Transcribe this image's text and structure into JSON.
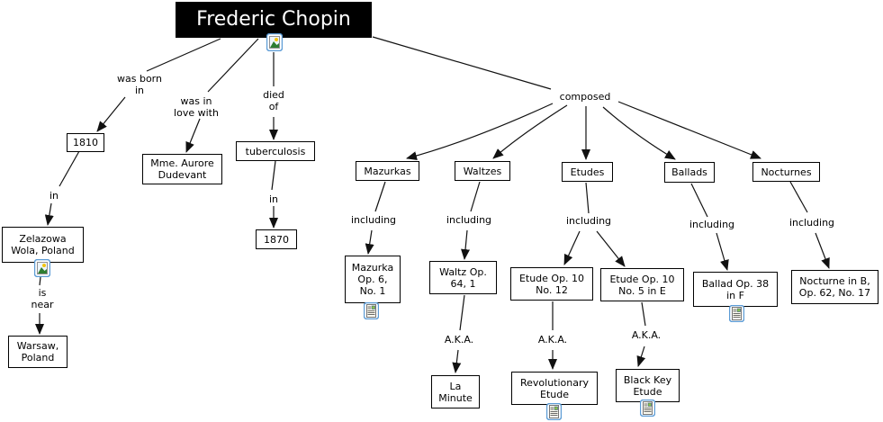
{
  "diagram": {
    "type": "concept-map",
    "topic": "Frederic Chopin"
  },
  "nodes": {
    "chopin": {
      "label": "Frederic Chopin"
    },
    "year1810": {
      "label": "1810"
    },
    "dudevant": {
      "label": "Mme. Aurore\nDudevant"
    },
    "tuberculosis": {
      "label": "tuberculosis"
    },
    "year1870": {
      "label": "1870"
    },
    "zelazowa": {
      "label": "Zelazowa\nWola, Poland"
    },
    "warsaw": {
      "label": "Warsaw,\nPoland"
    },
    "mazurkas": {
      "label": "Mazurkas"
    },
    "waltzes": {
      "label": "Waltzes"
    },
    "etudes": {
      "label": "Etudes"
    },
    "ballads": {
      "label": "Ballads"
    },
    "nocturnes": {
      "label": "Nocturnes"
    },
    "mazurka_op6_no1": {
      "label": "Mazurka\nOp. 6,\nNo. 1"
    },
    "waltz_op64_1": {
      "label": "Waltz Op.\n64, 1"
    },
    "etude_op10_no12": {
      "label": "Etude Op. 10\nNo. 12"
    },
    "etude_op10_no5": {
      "label": "Etude Op. 10\nNo. 5 in E"
    },
    "ballad_op38": {
      "label": "Ballad Op. 38\nin F"
    },
    "nocturne_op62": {
      "label": "Nocturne in B,\nOp. 62, No. 17"
    },
    "la_minute": {
      "label": "La\nMinute"
    },
    "revolutionary_etude": {
      "label": "Revolutionary\nEtude"
    },
    "black_key_etude": {
      "label": "Black Key\nEtude"
    }
  },
  "links": {
    "was_born_in": {
      "label": "was born\nin"
    },
    "was_in_love_with": {
      "label": "was in\nlove with"
    },
    "died_of": {
      "label": "died\nof"
    },
    "composed": {
      "label": "composed"
    },
    "in_place": {
      "label": "in"
    },
    "in_year": {
      "label": "in"
    },
    "is_near": {
      "label": "is\nnear"
    },
    "including_mazurkas": {
      "label": "including"
    },
    "including_waltzes": {
      "label": "including"
    },
    "including_etudes": {
      "label": "including"
    },
    "including_ballads": {
      "label": "including"
    },
    "including_nocturnes": {
      "label": "including"
    },
    "aka_waltz": {
      "label": "A.K.A."
    },
    "aka_etude12": {
      "label": "A.K.A."
    },
    "aka_etude5": {
      "label": "A.K.A."
    }
  },
  "icons": {
    "image_resource": "picture-icon",
    "document_resource": "document-icon"
  },
  "colors": {
    "background": "#ffffff",
    "title_bg": "#000000",
    "title_text": "#ffffff",
    "node_border": "#000000",
    "line": "#111111",
    "icon_border": "#5b9bd5"
  },
  "relations": [
    {
      "from": "Frederic Chopin",
      "link": "was born in",
      "to": "1810"
    },
    {
      "from": "1810",
      "link": "in",
      "to": "Zelazowa Wola, Poland"
    },
    {
      "from": "Zelazowa Wola, Poland",
      "link": "is near",
      "to": "Warsaw, Poland"
    },
    {
      "from": "Frederic Chopin",
      "link": "was in love with",
      "to": "Mme. Aurore Dudevant"
    },
    {
      "from": "Frederic Chopin",
      "link": "died of",
      "to": "tuberculosis"
    },
    {
      "from": "tuberculosis",
      "link": "in",
      "to": "1870"
    },
    {
      "from": "Frederic Chopin",
      "link": "composed",
      "to": "Mazurkas"
    },
    {
      "from": "Frederic Chopin",
      "link": "composed",
      "to": "Waltzes"
    },
    {
      "from": "Frederic Chopin",
      "link": "composed",
      "to": "Etudes"
    },
    {
      "from": "Frederic Chopin",
      "link": "composed",
      "to": "Ballads"
    },
    {
      "from": "Frederic Chopin",
      "link": "composed",
      "to": "Nocturnes"
    },
    {
      "from": "Mazurkas",
      "link": "including",
      "to": "Mazurka Op. 6, No. 1"
    },
    {
      "from": "Waltzes",
      "link": "including",
      "to": "Waltz Op. 64, 1"
    },
    {
      "from": "Waltz Op. 64, 1",
      "link": "A.K.A.",
      "to": "La Minute"
    },
    {
      "from": "Etudes",
      "link": "including",
      "to": "Etude Op. 10 No. 12"
    },
    {
      "from": "Etude Op. 10 No. 12",
      "link": "A.K.A.",
      "to": "Revolutionary Etude"
    },
    {
      "from": "Etudes",
      "link": "including",
      "to": "Etude Op. 10 No. 5 in E"
    },
    {
      "from": "Etude Op. 10 No. 5 in E",
      "link": "A.K.A.",
      "to": "Black Key Etude"
    },
    {
      "from": "Ballads",
      "link": "including",
      "to": "Ballad Op. 38 in F"
    },
    {
      "from": "Nocturnes",
      "link": "including",
      "to": "Nocturne in B, Op. 62, No. 17"
    }
  ]
}
